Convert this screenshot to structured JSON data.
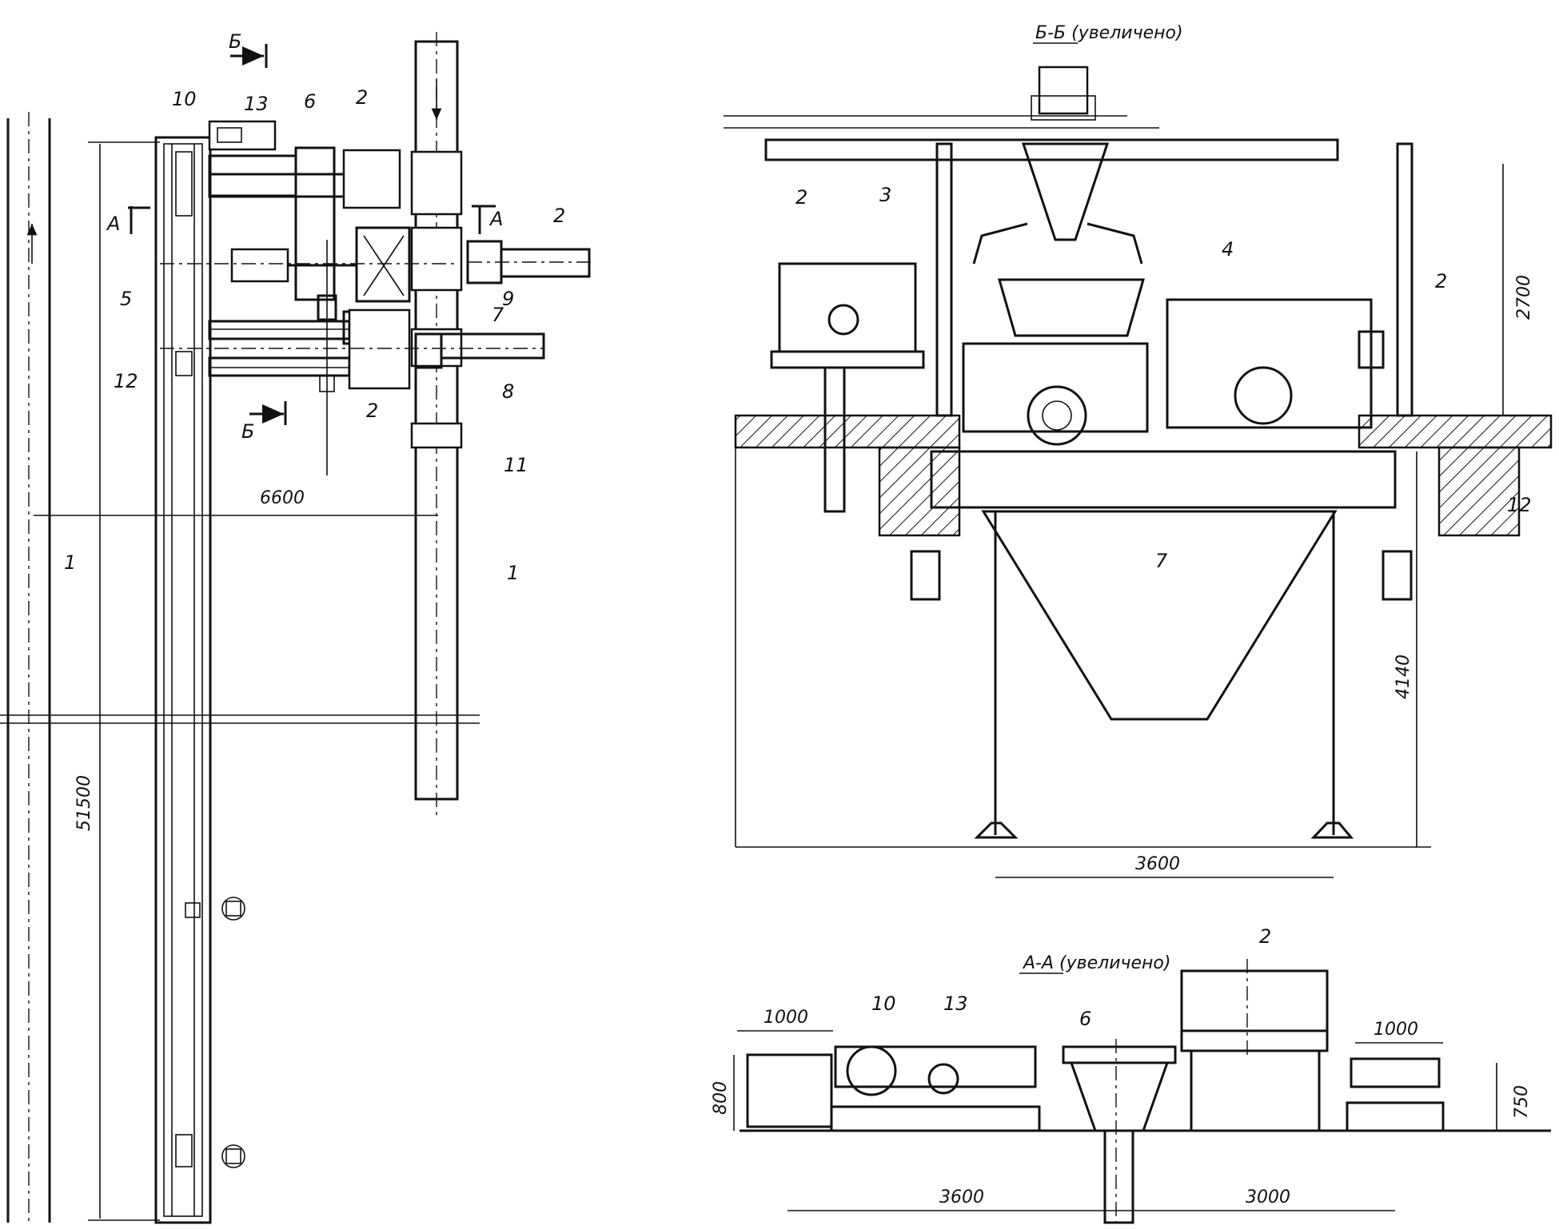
{
  "plan": {
    "section_marks": [
      "Б",
      "Б",
      "А",
      "А"
    ],
    "callouts": [
      "10",
      "13",
      "6",
      "2",
      "2",
      "5",
      "9",
      "7",
      "12",
      "2",
      "8",
      "11",
      "1",
      "1"
    ],
    "dimensions": [
      "51500",
      "6600"
    ]
  },
  "section_bb": {
    "title": "Б-Б (увеличено)",
    "callouts": [
      "2",
      "3",
      "4",
      "2",
      "7",
      "12"
    ],
    "dimensions": [
      "2700",
      "4140",
      "3600"
    ]
  },
  "section_aa": {
    "title": "А-А (увеличено)",
    "callouts": [
      "10",
      "13",
      "6",
      "2"
    ],
    "dimensions": [
      "1000",
      "1000",
      "800",
      "750",
      "3600",
      "3000"
    ]
  }
}
